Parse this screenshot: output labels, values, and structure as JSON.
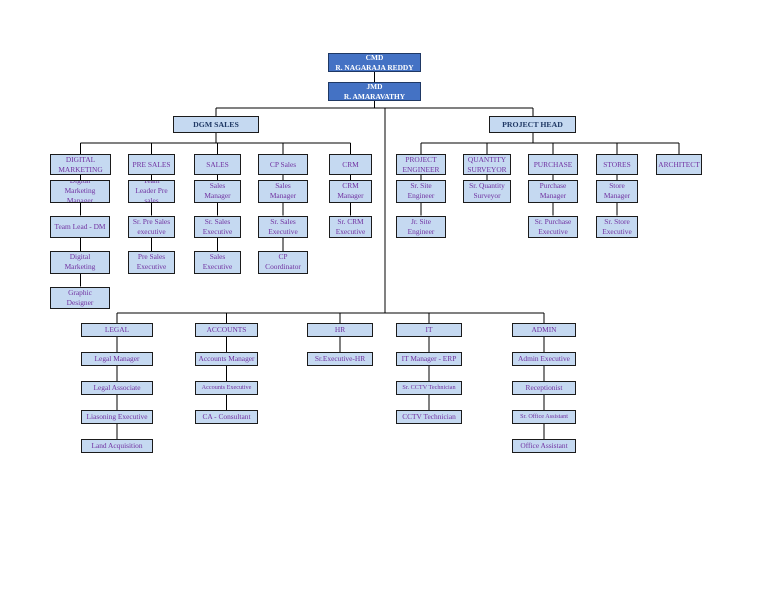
{
  "top": {
    "cmd": {
      "title": "CMD",
      "name": "R. NAGARAJA REDDY"
    },
    "jmd": {
      "title": "JMD",
      "name": "R. AMARAVATHY"
    }
  },
  "groups": {
    "dgm_sales": "DGM SALES",
    "project_head": "PROJECT HEAD"
  },
  "departments": [
    {
      "name": "DIGITAL MARKETING",
      "roles": [
        "Digital Marketing Manager",
        "Team Lead - DM",
        "Digital Marketing",
        "Graphic Designer"
      ]
    },
    {
      "name": "PRE SALES",
      "roles": [
        "Team Leader Pre sales",
        "Sr. Pre Sales executive",
        "Pre Sales Executive"
      ]
    },
    {
      "name": "SALES",
      "roles": [
        "Sales Manager",
        "Sr. Sales Executive",
        "Sales Executive"
      ]
    },
    {
      "name": "CP Sales",
      "roles": [
        "Sales Manager",
        "Sr. Sales Executive",
        "CP Coordinator"
      ]
    },
    {
      "name": "CRM",
      "roles": [
        "CRM Manager",
        "Sr. CRM Executive"
      ]
    },
    {
      "name": "PROJECT ENGINEER",
      "roles": [
        "Sr. Site Engineer",
        "Jr. Site Engineer"
      ]
    },
    {
      "name": "QUANTITY SURVEYOR",
      "roles": [
        "Sr. Quantity Surveyor"
      ]
    },
    {
      "name": "PURCHASE",
      "roles": [
        "Purchase Manager",
        "Sr. Purchase Executive"
      ]
    },
    {
      "name": "STORES",
      "roles": [
        "Store Manager",
        "Sr. Store Executive"
      ]
    },
    {
      "name": "ARCHITECT",
      "roles": []
    },
    {
      "name": "LEGAL",
      "roles": [
        "Legal Manager",
        "Legal Associate",
        "Liasoning Executive",
        "Land Acquisition"
      ]
    },
    {
      "name": "ACCOUNTS",
      "roles": [
        "Accounts Manager",
        "Accounts Executive",
        "CA - Consultant"
      ]
    },
    {
      "name": "HR",
      "roles": [
        "Sr.Executive-HR"
      ]
    },
    {
      "name": "IT",
      "roles": [
        "IT Manager - ERP",
        "Sr. CCTV Technician",
        "CCTV Technician"
      ]
    },
    {
      "name": "ADMIN",
      "roles": [
        "Admin Executive",
        "Receptionist",
        "Sr. Office Assistant",
        "Office Assistant"
      ]
    }
  ],
  "colors": {
    "top_fill": "#4472c4",
    "top_text": "#ffffff",
    "box_fill": "#c5d9f1",
    "box_text": "#7030a0",
    "group_text": "#1f3864",
    "line": "#000000"
  }
}
